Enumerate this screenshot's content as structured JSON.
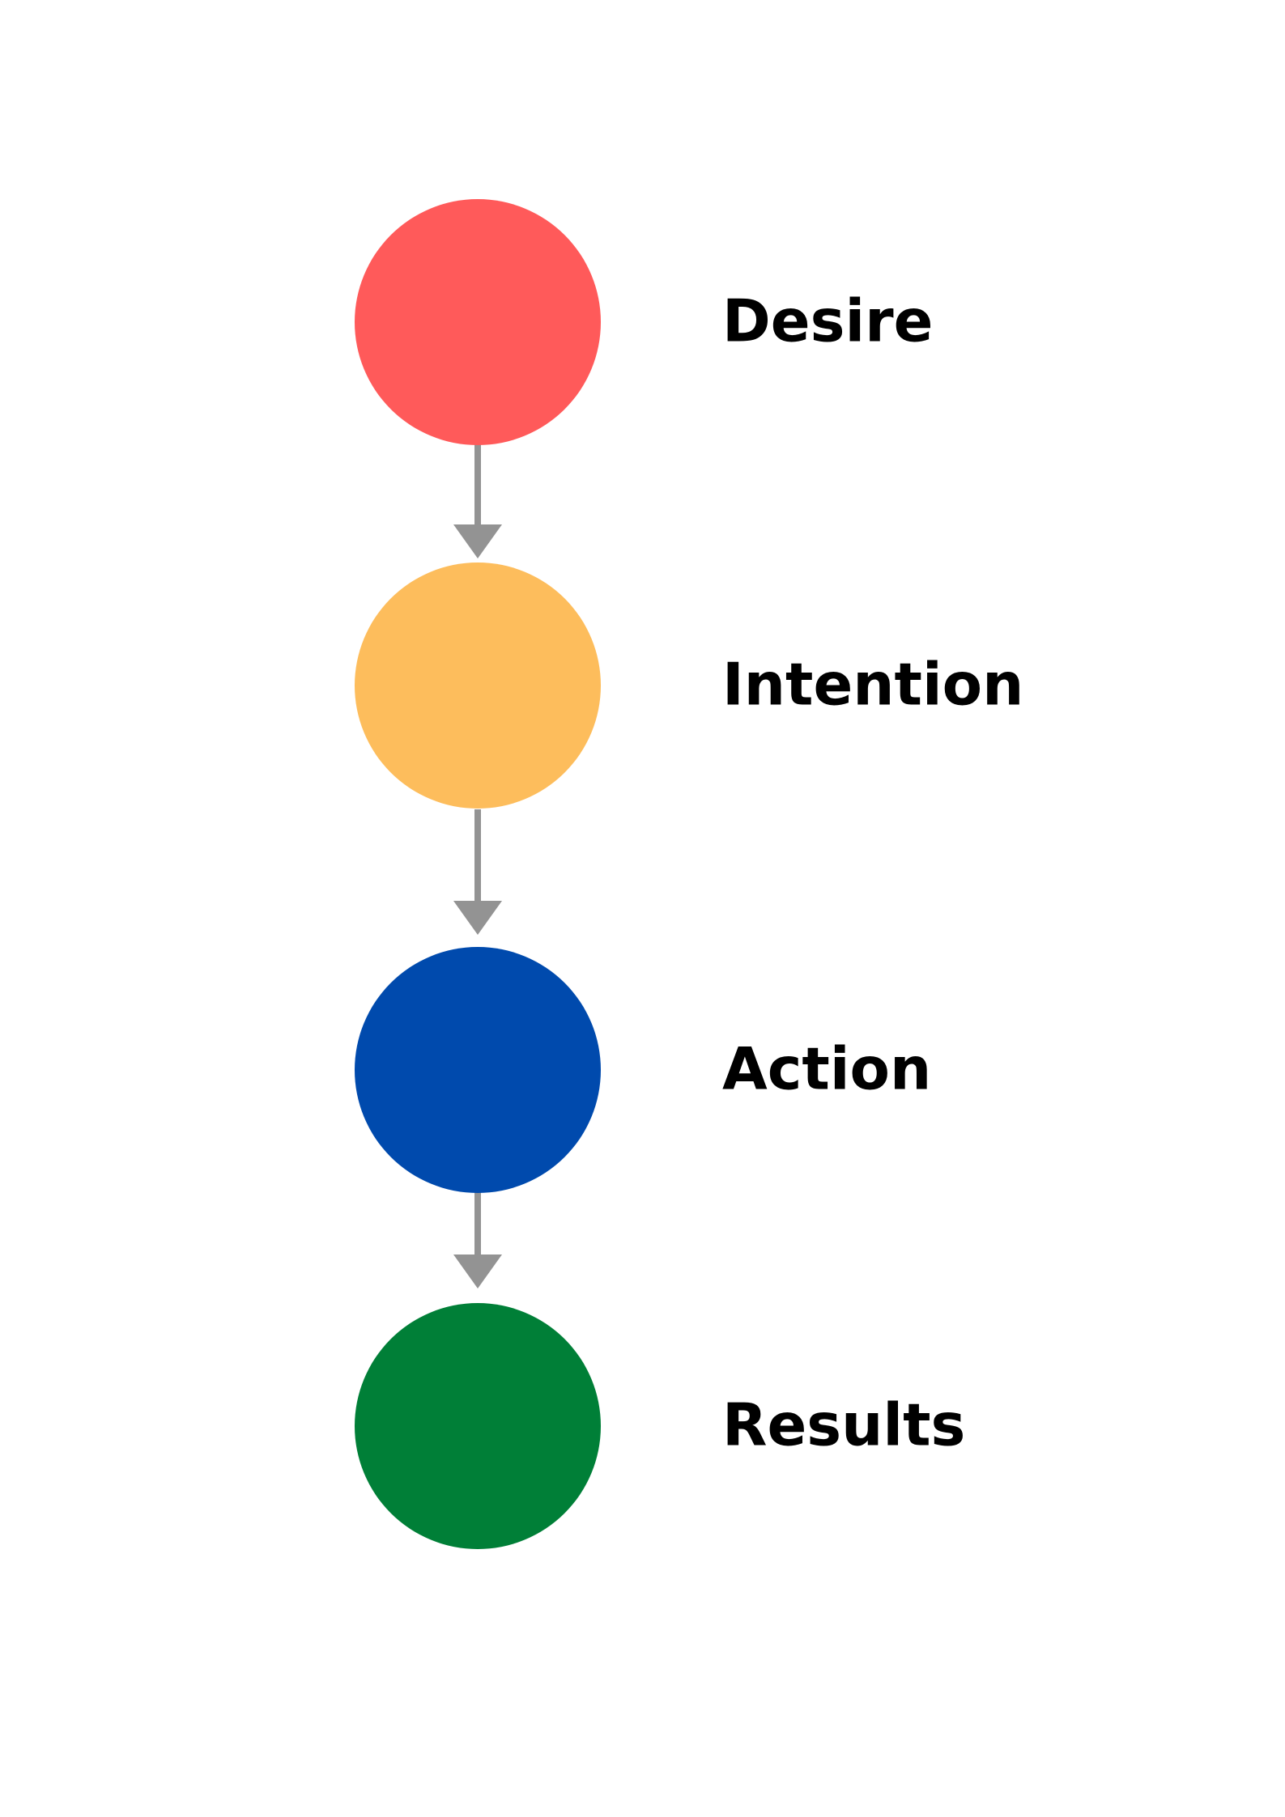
{
  "steps": [
    {
      "label": "Desire",
      "color": "#FF5A5A"
    },
    {
      "label": "Intention",
      "color": "#FDBD5C"
    },
    {
      "label": "Action",
      "color": "#004AAD"
    },
    {
      "label": "Results",
      "color": "#007F37"
    }
  ],
  "arrow_color": "#939393"
}
